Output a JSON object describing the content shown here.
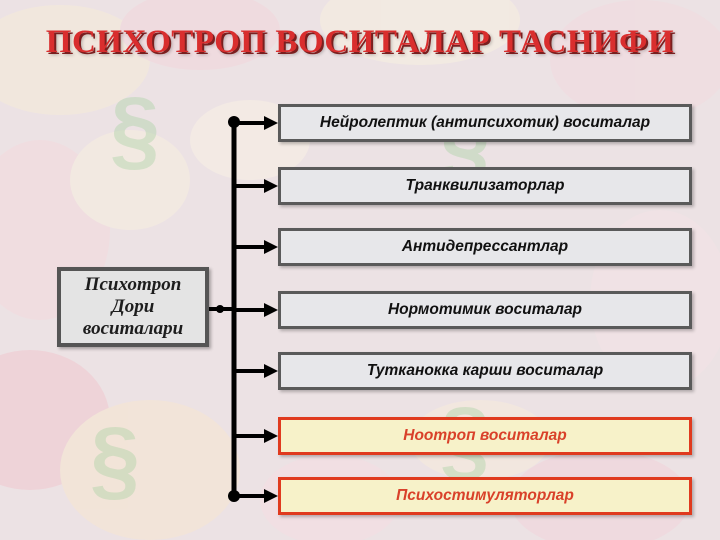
{
  "title": "ПСИХОТРОП ВОСИТАЛАР ТАСНИФИ",
  "root": {
    "lines": [
      "Психотроп",
      "Дори",
      "воситалари"
    ]
  },
  "branches": [
    {
      "label": "Нейролептик (антипсихотик) воситалар",
      "highlight": false
    },
    {
      "label": "Транквилизаторлар",
      "highlight": false
    },
    {
      "label": "Антидепрессантлар",
      "highlight": false
    },
    {
      "label": "Нормотимик воситалар",
      "highlight": false
    },
    {
      "label": "Тутканокка карши воситалар",
      "highlight": false
    },
    {
      "label": "Ноотроп воситалар",
      "highlight": true
    },
    {
      "label": "Психостимуляторлар",
      "highlight": true
    }
  ],
  "colors": {
    "title": "#d92e2e",
    "box_border": "#5a5a5a",
    "highlight_border": "#e03a1e",
    "highlight_text": "#d9412a",
    "connector": "#000000"
  }
}
